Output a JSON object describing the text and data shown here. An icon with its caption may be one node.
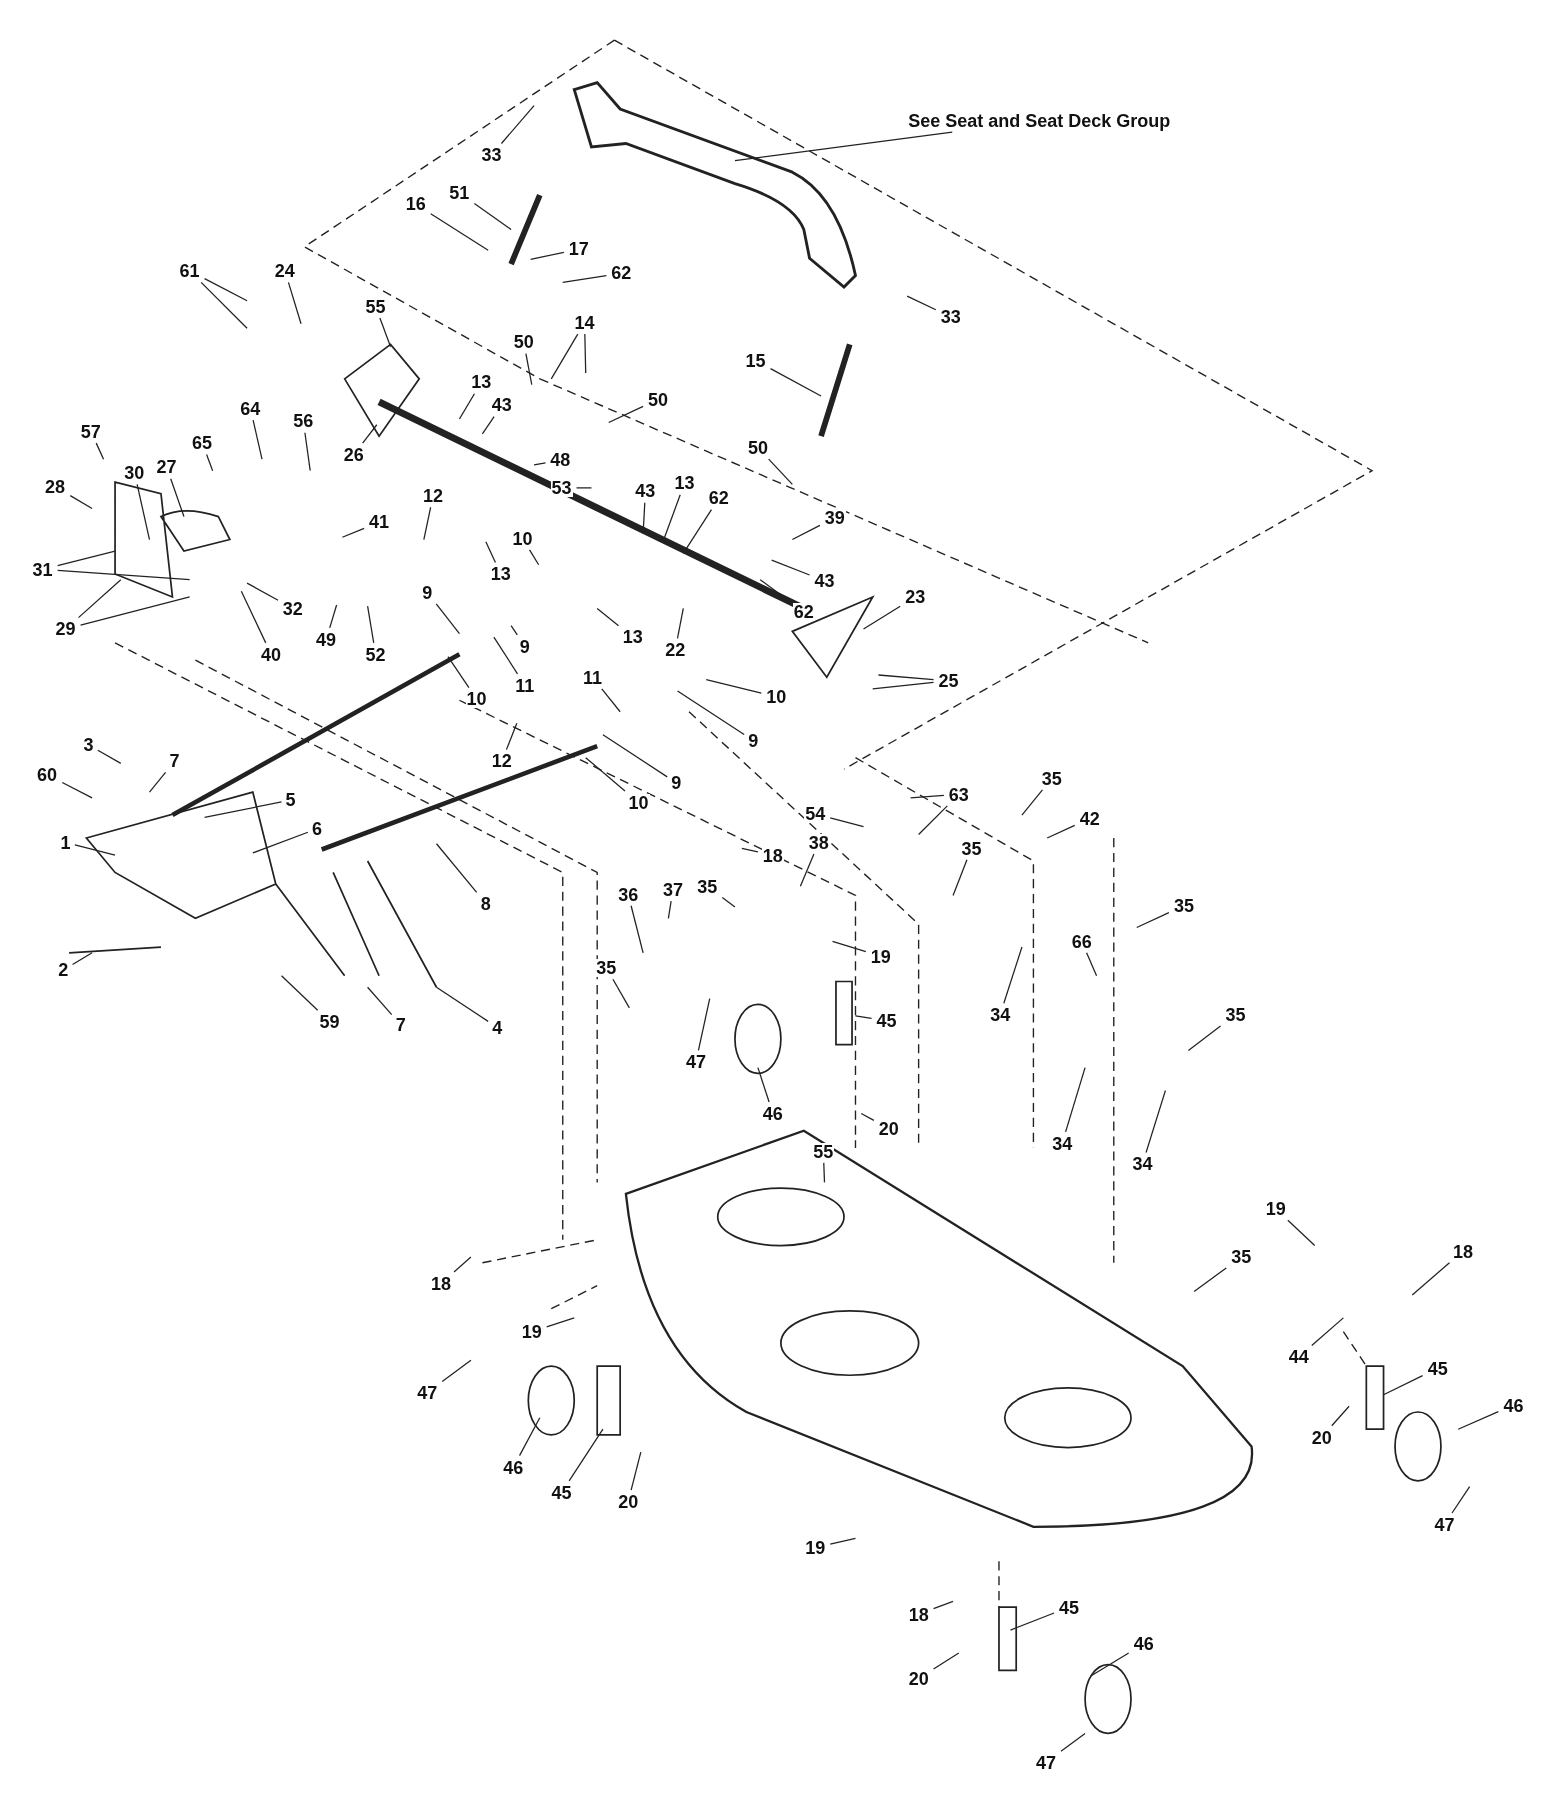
{
  "diagram": {
    "nodes": [
      {
        "text": [
          "See Seat and Seat Deck Group"
        ]
      },
      {
        "text": [
          "33"
        ]
      },
      {
        "text": [
          "16"
        ]
      },
      {
        "text": [
          "51"
        ]
      },
      {
        "text": [
          "17"
        ]
      },
      {
        "text": [
          "62"
        ]
      },
      {
        "text": [
          "33"
        ]
      },
      {
        "text": [
          "61"
        ]
      },
      {
        "text": [
          "24"
        ]
      },
      {
        "text": [
          "55"
        ]
      },
      {
        "text": [
          "50"
        ]
      },
      {
        "text": [
          "14"
        ]
      },
      {
        "text": [
          "50"
        ]
      },
      {
        "text": [
          "13"
        ]
      },
      {
        "text": [
          "43"
        ]
      },
      {
        "text": [
          "26"
        ]
      },
      {
        "text": [
          "15"
        ]
      },
      {
        "text": [
          "50"
        ]
      },
      {
        "text": [
          "57"
        ]
      },
      {
        "text": [
          "64"
        ]
      },
      {
        "text": [
          "65"
        ]
      },
      {
        "text": [
          "56"
        ]
      },
      {
        "text": [
          "48"
        ]
      },
      {
        "text": [
          "53"
        ]
      },
      {
        "text": [
          "43"
        ]
      },
      {
        "text": [
          "13"
        ]
      },
      {
        "text": [
          "62"
        ]
      },
      {
        "text": [
          "39"
        ]
      },
      {
        "text": [
          "28"
        ]
      },
      {
        "text": [
          "30"
        ]
      },
      {
        "text": [
          "27"
        ]
      },
      {
        "text": [
          "12"
        ]
      },
      {
        "text": [
          "41"
        ]
      },
      {
        "text": [
          "10"
        ]
      },
      {
        "text": [
          "13"
        ]
      },
      {
        "text": [
          "43"
        ]
      },
      {
        "text": [
          "62"
        ]
      },
      {
        "text": [
          "31"
        ]
      },
      {
        "text": [
          "29"
        ]
      },
      {
        "text": [
          "32"
        ]
      },
      {
        "text": [
          "40"
        ]
      },
      {
        "text": [
          "49"
        ]
      },
      {
        "text": [
          "52"
        ]
      },
      {
        "text": [
          "9"
        ]
      },
      {
        "text": [
          "9"
        ]
      },
      {
        "text": [
          "23"
        ]
      },
      {
        "text": [
          "22"
        ]
      },
      {
        "text": [
          "13"
        ]
      },
      {
        "text": [
          "10"
        ]
      },
      {
        "text": [
          "11"
        ]
      },
      {
        "text": [
          "11"
        ]
      },
      {
        "text": [
          "9"
        ]
      },
      {
        "text": [
          "10"
        ]
      },
      {
        "text": [
          "25"
        ]
      },
      {
        "text": [
          "12"
        ]
      },
      {
        "text": [
          "9"
        ]
      },
      {
        "text": [
          "10"
        ]
      },
      {
        "text": [
          "3"
        ]
      },
      {
        "text": [
          "7"
        ]
      },
      {
        "text": [
          "60"
        ]
      },
      {
        "text": [
          "5"
        ]
      },
      {
        "text": [
          "1"
        ]
      },
      {
        "text": [
          "6"
        ]
      },
      {
        "text": [
          "8"
        ]
      },
      {
        "text": [
          "2"
        ]
      },
      {
        "text": [
          "59"
        ]
      },
      {
        "text": [
          "7"
        ]
      },
      {
        "text": [
          "4"
        ]
      },
      {
        "text": [
          "54"
        ]
      },
      {
        "text": [
          "63"
        ]
      },
      {
        "text": [
          "35"
        ]
      },
      {
        "text": [
          "35"
        ]
      },
      {
        "text": [
          "42"
        ]
      },
      {
        "text": [
          "18"
        ]
      },
      {
        "text": [
          "38"
        ]
      },
      {
        "text": [
          "35"
        ]
      },
      {
        "text": [
          "36"
        ]
      },
      {
        "text": [
          "37"
        ]
      },
      {
        "text": [
          "19"
        ]
      },
      {
        "text": [
          "35"
        ]
      },
      {
        "text": [
          "47"
        ]
      },
      {
        "text": [
          "45"
        ]
      },
      {
        "text": [
          "46"
        ]
      },
      {
        "text": [
          "34"
        ]
      },
      {
        "text": [
          "66"
        ]
      },
      {
        "text": [
          "35"
        ]
      },
      {
        "text": [
          "35"
        ]
      },
      {
        "text": [
          "34"
        ]
      },
      {
        "text": [
          "34"
        ]
      },
      {
        "text": [
          "55"
        ]
      },
      {
        "text": [
          "20"
        ]
      },
      {
        "text": [
          "18"
        ]
      },
      {
        "text": [
          "19"
        ]
      },
      {
        "text": [
          "47"
        ]
      },
      {
        "text": [
          "46"
        ]
      },
      {
        "text": [
          "45"
        ]
      },
      {
        "text": [
          "20"
        ]
      },
      {
        "text": [
          "19"
        ]
      },
      {
        "text": [
          "18"
        ]
      },
      {
        "text": [
          "35"
        ]
      },
      {
        "text": [
          "44"
        ]
      },
      {
        "text": [
          "45"
        ]
      },
      {
        "text": [
          "46"
        ]
      },
      {
        "text": [
          "20"
        ]
      },
      {
        "text": [
          "47"
        ]
      },
      {
        "text": [
          "19"
        ]
      },
      {
        "text": [
          "18"
        ]
      },
      {
        "text": [
          "45"
        ]
      },
      {
        "text": [
          "46"
        ]
      },
      {
        "text": [
          "20"
        ]
      },
      {
        "text": [
          "47"
        ]
      }
    ],
    "edges": [
      {
        "from": 0,
        "to": null,
        "arrow": "none"
      },
      {
        "from": 1,
        "to": null,
        "arrow": "none"
      },
      {
        "from": 2,
        "to": null,
        "arrow": "none"
      },
      {
        "from": 3,
        "to": null,
        "arrow": "none"
      },
      {
        "from": 4,
        "to": null,
        "arrow": "none"
      },
      {
        "from": 5,
        "to": null,
        "arrow": "none"
      },
      {
        "from": 6,
        "to": null,
        "arrow": "none"
      },
      {
        "from": 7,
        "to": null,
        "arrow": "none"
      },
      {
        "from": 7,
        "to": null,
        "arrow": "none"
      },
      {
        "from": 8,
        "to": null,
        "arrow": "none"
      },
      {
        "from": 9,
        "to": null,
        "arrow": "none"
      },
      {
        "from": 10,
        "to": null,
        "arrow": "none"
      },
      {
        "from": 11,
        "to": null,
        "arrow": "none"
      },
      {
        "from": 11,
        "to": null,
        "arrow": "none"
      },
      {
        "from": 12,
        "to": null,
        "arrow": "none"
      },
      {
        "from": 13,
        "to": null,
        "arrow": "none"
      },
      {
        "from": 14,
        "to": null,
        "arrow": "none"
      },
      {
        "from": 15,
        "to": null,
        "arrow": "none"
      },
      {
        "from": 16,
        "to": null,
        "arrow": "none"
      },
      {
        "from": 17,
        "to": null,
        "arrow": "none"
      },
      {
        "from": 18,
        "to": null,
        "arrow": "none"
      },
      {
        "from": 19,
        "to": null,
        "arrow": "none"
      },
      {
        "from": 20,
        "to": null,
        "arrow": "none"
      },
      {
        "from": 21,
        "to": null,
        "arrow": "none"
      },
      {
        "from": 22,
        "to": null,
        "arrow": "none"
      },
      {
        "from": 23,
        "to": null,
        "arrow": "none"
      },
      {
        "from": 24,
        "to": null,
        "arrow": "none"
      },
      {
        "from": 25,
        "to": null,
        "arrow": "none"
      },
      {
        "from": 26,
        "to": null,
        "arrow": "none"
      },
      {
        "from": 27,
        "to": null,
        "arrow": "none"
      },
      {
        "from": 28,
        "to": null,
        "arrow": "none"
      },
      {
        "from": 29,
        "to": null,
        "arrow": "none"
      },
      {
        "from": 30,
        "to": null,
        "arrow": "none"
      },
      {
        "from": 31,
        "to": null,
        "arrow": "none"
      },
      {
        "from": 32,
        "to": null,
        "arrow": "none"
      },
      {
        "from": 33,
        "to": null,
        "arrow": "none"
      },
      {
        "from": 34,
        "to": null,
        "arrow": "none"
      },
      {
        "from": 35,
        "to": null,
        "arrow": "none"
      },
      {
        "from": 36,
        "to": null,
        "arrow": "none"
      },
      {
        "from": 37,
        "to": null,
        "arrow": "none"
      },
      {
        "from": 37,
        "to": null,
        "arrow": "none"
      },
      {
        "from": 38,
        "to": null,
        "arrow": "none"
      },
      {
        "from": 38,
        "to": null,
        "arrow": "none"
      },
      {
        "from": 39,
        "to": null,
        "arrow": "none"
      },
      {
        "from": 40,
        "to": null,
        "arrow": "none"
      },
      {
        "from": 41,
        "to": null,
        "arrow": "none"
      },
      {
        "from": 42,
        "to": null,
        "arrow": "none"
      },
      {
        "from": 43,
        "to": null,
        "arrow": "none"
      },
      {
        "from": 44,
        "to": null,
        "arrow": "none"
      },
      {
        "from": 45,
        "to": null,
        "arrow": "none"
      },
      {
        "from": 46,
        "to": null,
        "arrow": "none"
      },
      {
        "from": 47,
        "to": null,
        "arrow": "none"
      },
      {
        "from": 48,
        "to": null,
        "arrow": "none"
      },
      {
        "from": 49,
        "to": null,
        "arrow": "none"
      },
      {
        "from": 50,
        "to": null,
        "arrow": "none"
      },
      {
        "from": 51,
        "to": null,
        "arrow": "none"
      },
      {
        "from": 52,
        "to": null,
        "arrow": "none"
      },
      {
        "from": 53,
        "to": null,
        "arrow": "none"
      },
      {
        "from": 53,
        "to": null,
        "arrow": "none"
      },
      {
        "from": 54,
        "to": null,
        "arrow": "none"
      },
      {
        "from": 55,
        "to": null,
        "arrow": "none"
      },
      {
        "from": 56,
        "to": null,
        "arrow": "none"
      },
      {
        "from": 57,
        "to": null,
        "arrow": "none"
      },
      {
        "from": 58,
        "to": null,
        "arrow": "none"
      },
      {
        "from": 59,
        "to": null,
        "arrow": "none"
      },
      {
        "from": 60,
        "to": null,
        "arrow": "none"
      },
      {
        "from": 61,
        "to": null,
        "arrow": "none"
      },
      {
        "from": 62,
        "to": null,
        "arrow": "none"
      },
      {
        "from": 63,
        "to": null,
        "arrow": "none"
      },
      {
        "from": 64,
        "to": null,
        "arrow": "none"
      },
      {
        "from": 65,
        "to": null,
        "arrow": "none"
      },
      {
        "from": 66,
        "to": null,
        "arrow": "none"
      },
      {
        "from": 67,
        "to": null,
        "arrow": "none"
      },
      {
        "from": 68,
        "to": null,
        "arrow": "none"
      },
      {
        "from": 69,
        "to": null,
        "arrow": "none"
      },
      {
        "from": 69,
        "to": null,
        "arrow": "none"
      },
      {
        "from": 70,
        "to": null,
        "arrow": "none"
      },
      {
        "from": 71,
        "to": null,
        "arrow": "none"
      },
      {
        "from": 72,
        "to": null,
        "arrow": "none"
      },
      {
        "from": 73,
        "to": null,
        "arrow": "none"
      },
      {
        "from": 74,
        "to": null,
        "arrow": "none"
      },
      {
        "from": 75,
        "to": null,
        "arrow": "none"
      },
      {
        "from": 76,
        "to": null,
        "arrow": "none"
      },
      {
        "from": 77,
        "to": null,
        "arrow": "none"
      },
      {
        "from": 78,
        "to": null,
        "arrow": "none"
      },
      {
        "from": 79,
        "to": null,
        "arrow": "none"
      },
      {
        "from": 80,
        "to": null,
        "arrow": "none"
      },
      {
        "from": 81,
        "to": null,
        "arrow": "none"
      },
      {
        "from": 82,
        "to": null,
        "arrow": "none"
      },
      {
        "from": 83,
        "to": null,
        "arrow": "none"
      },
      {
        "from": 84,
        "to": null,
        "arrow": "none"
      },
      {
        "from": 85,
        "to": null,
        "arrow": "none"
      },
      {
        "from": 86,
        "to": null,
        "arrow": "none"
      },
      {
        "from": 87,
        "to": null,
        "arrow": "none"
      },
      {
        "from": 88,
        "to": null,
        "arrow": "none"
      },
      {
        "from": 89,
        "to": null,
        "arrow": "none"
      },
      {
        "from": 90,
        "to": null,
        "arrow": "none"
      },
      {
        "from": 91,
        "to": null,
        "arrow": "none"
      },
      {
        "from": 92,
        "to": null,
        "arrow": "none"
      },
      {
        "from": 93,
        "to": null,
        "arrow": "none"
      },
      {
        "from": 94,
        "to": null,
        "arrow": "none"
      },
      {
        "from": 95,
        "to": null,
        "arrow": "none"
      },
      {
        "from": 96,
        "to": null,
        "arrow": "none"
      },
      {
        "from": 97,
        "to": null,
        "arrow": "none"
      },
      {
        "from": 98,
        "to": null,
        "arrow": "none"
      },
      {
        "from": 99,
        "to": null,
        "arrow": "none"
      },
      {
        "from": 100,
        "to": null,
        "arrow": "none"
      },
      {
        "from": 101,
        "to": null,
        "arrow": "none"
      },
      {
        "from": 102,
        "to": null,
        "arrow": "none"
      },
      {
        "from": 103,
        "to": null,
        "arrow": "none"
      },
      {
        "from": 104,
        "to": null,
        "arrow": "none"
      },
      {
        "from": 105,
        "to": null,
        "arrow": "none"
      },
      {
        "from": 106,
        "to": null,
        "arrow": "none"
      },
      {
        "from": 107,
        "to": null,
        "arrow": "none"
      },
      {
        "from": 108,
        "to": null,
        "arrow": "none"
      },
      {
        "from": 109,
        "to": null,
        "arrow": "none"
      },
      {
        "from": 110,
        "to": null,
        "arrow": "none"
      }
    ]
  }
}
